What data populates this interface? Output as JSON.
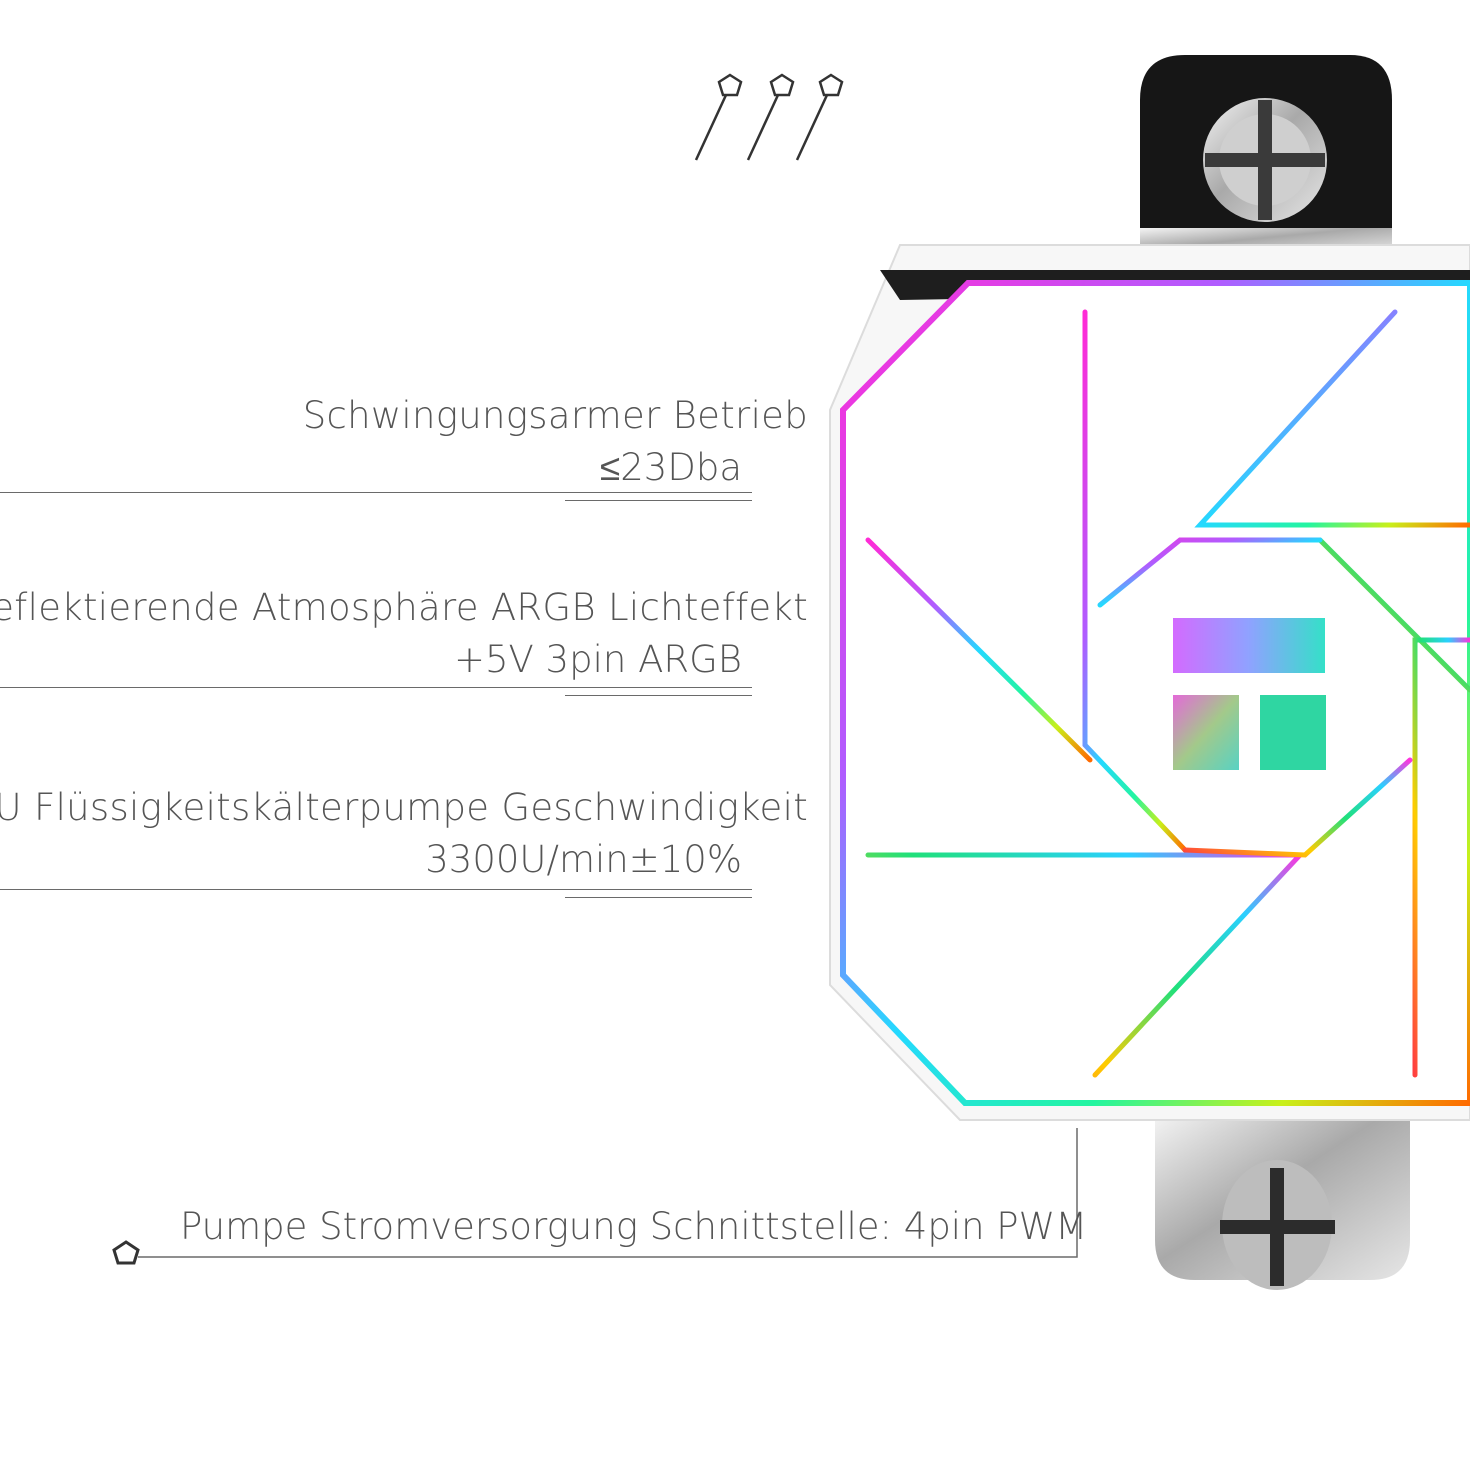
{
  "specs": [
    {
      "title": "Schwingungsarmer Betrieb",
      "value": "≤23Dba"
    },
    {
      "title": "Reflektierende Atmosphäre ARGB Lichteffekt",
      "value": "+5V 3pin ARGB"
    },
    {
      "title": "CPU Flüssigkeitskälterpumpe Geschwindigkeit",
      "value": "3300U/min±10%"
    }
  ],
  "bottom_spec": {
    "title": "Pumpe Stromversorgung Schnittstelle: 4pin PWM"
  },
  "colors": {
    "text": "#555555",
    "rule": "#6a6a6a",
    "rgb_gradient": [
      "#ff00ff",
      "#8a5cff",
      "#00e0ff",
      "#00ff99",
      "#ffe000",
      "#ff5500"
    ]
  },
  "icons": [
    "pentagon-marker-icon",
    "pump-block-image"
  ]
}
